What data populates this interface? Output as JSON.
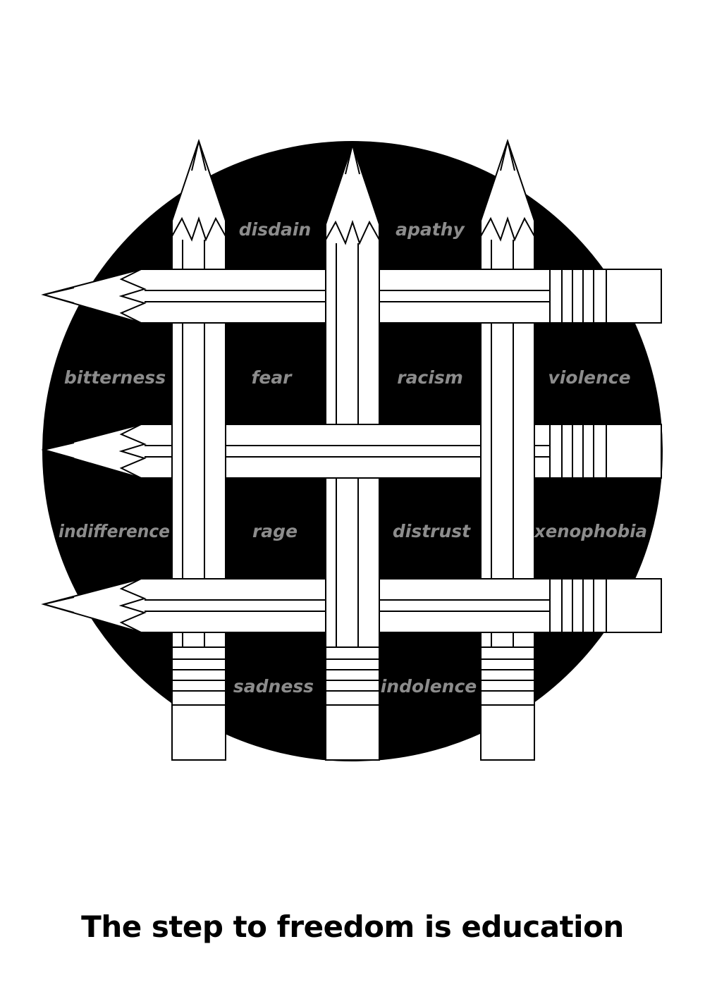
{
  "poster": {
    "caption": "The step to freedom is education",
    "words": {
      "disdain": "disdain",
      "apathy": "apathy",
      "bitterness": "bitterness",
      "fear": "fear",
      "racism": "racism",
      "violence": "violence",
      "indifference": "indifference",
      "rage": "rage",
      "distrust": "distrust",
      "xenophobia": "xenophobia",
      "sadness": "sadness",
      "indolence": "indolence"
    },
    "colors": {
      "background": "#ffffff",
      "circle": "#000000",
      "pencil_fill": "#ffffff",
      "pencil_stroke": "#000000",
      "word_text": "#8c8c8c",
      "caption_text": "#000000"
    }
  }
}
